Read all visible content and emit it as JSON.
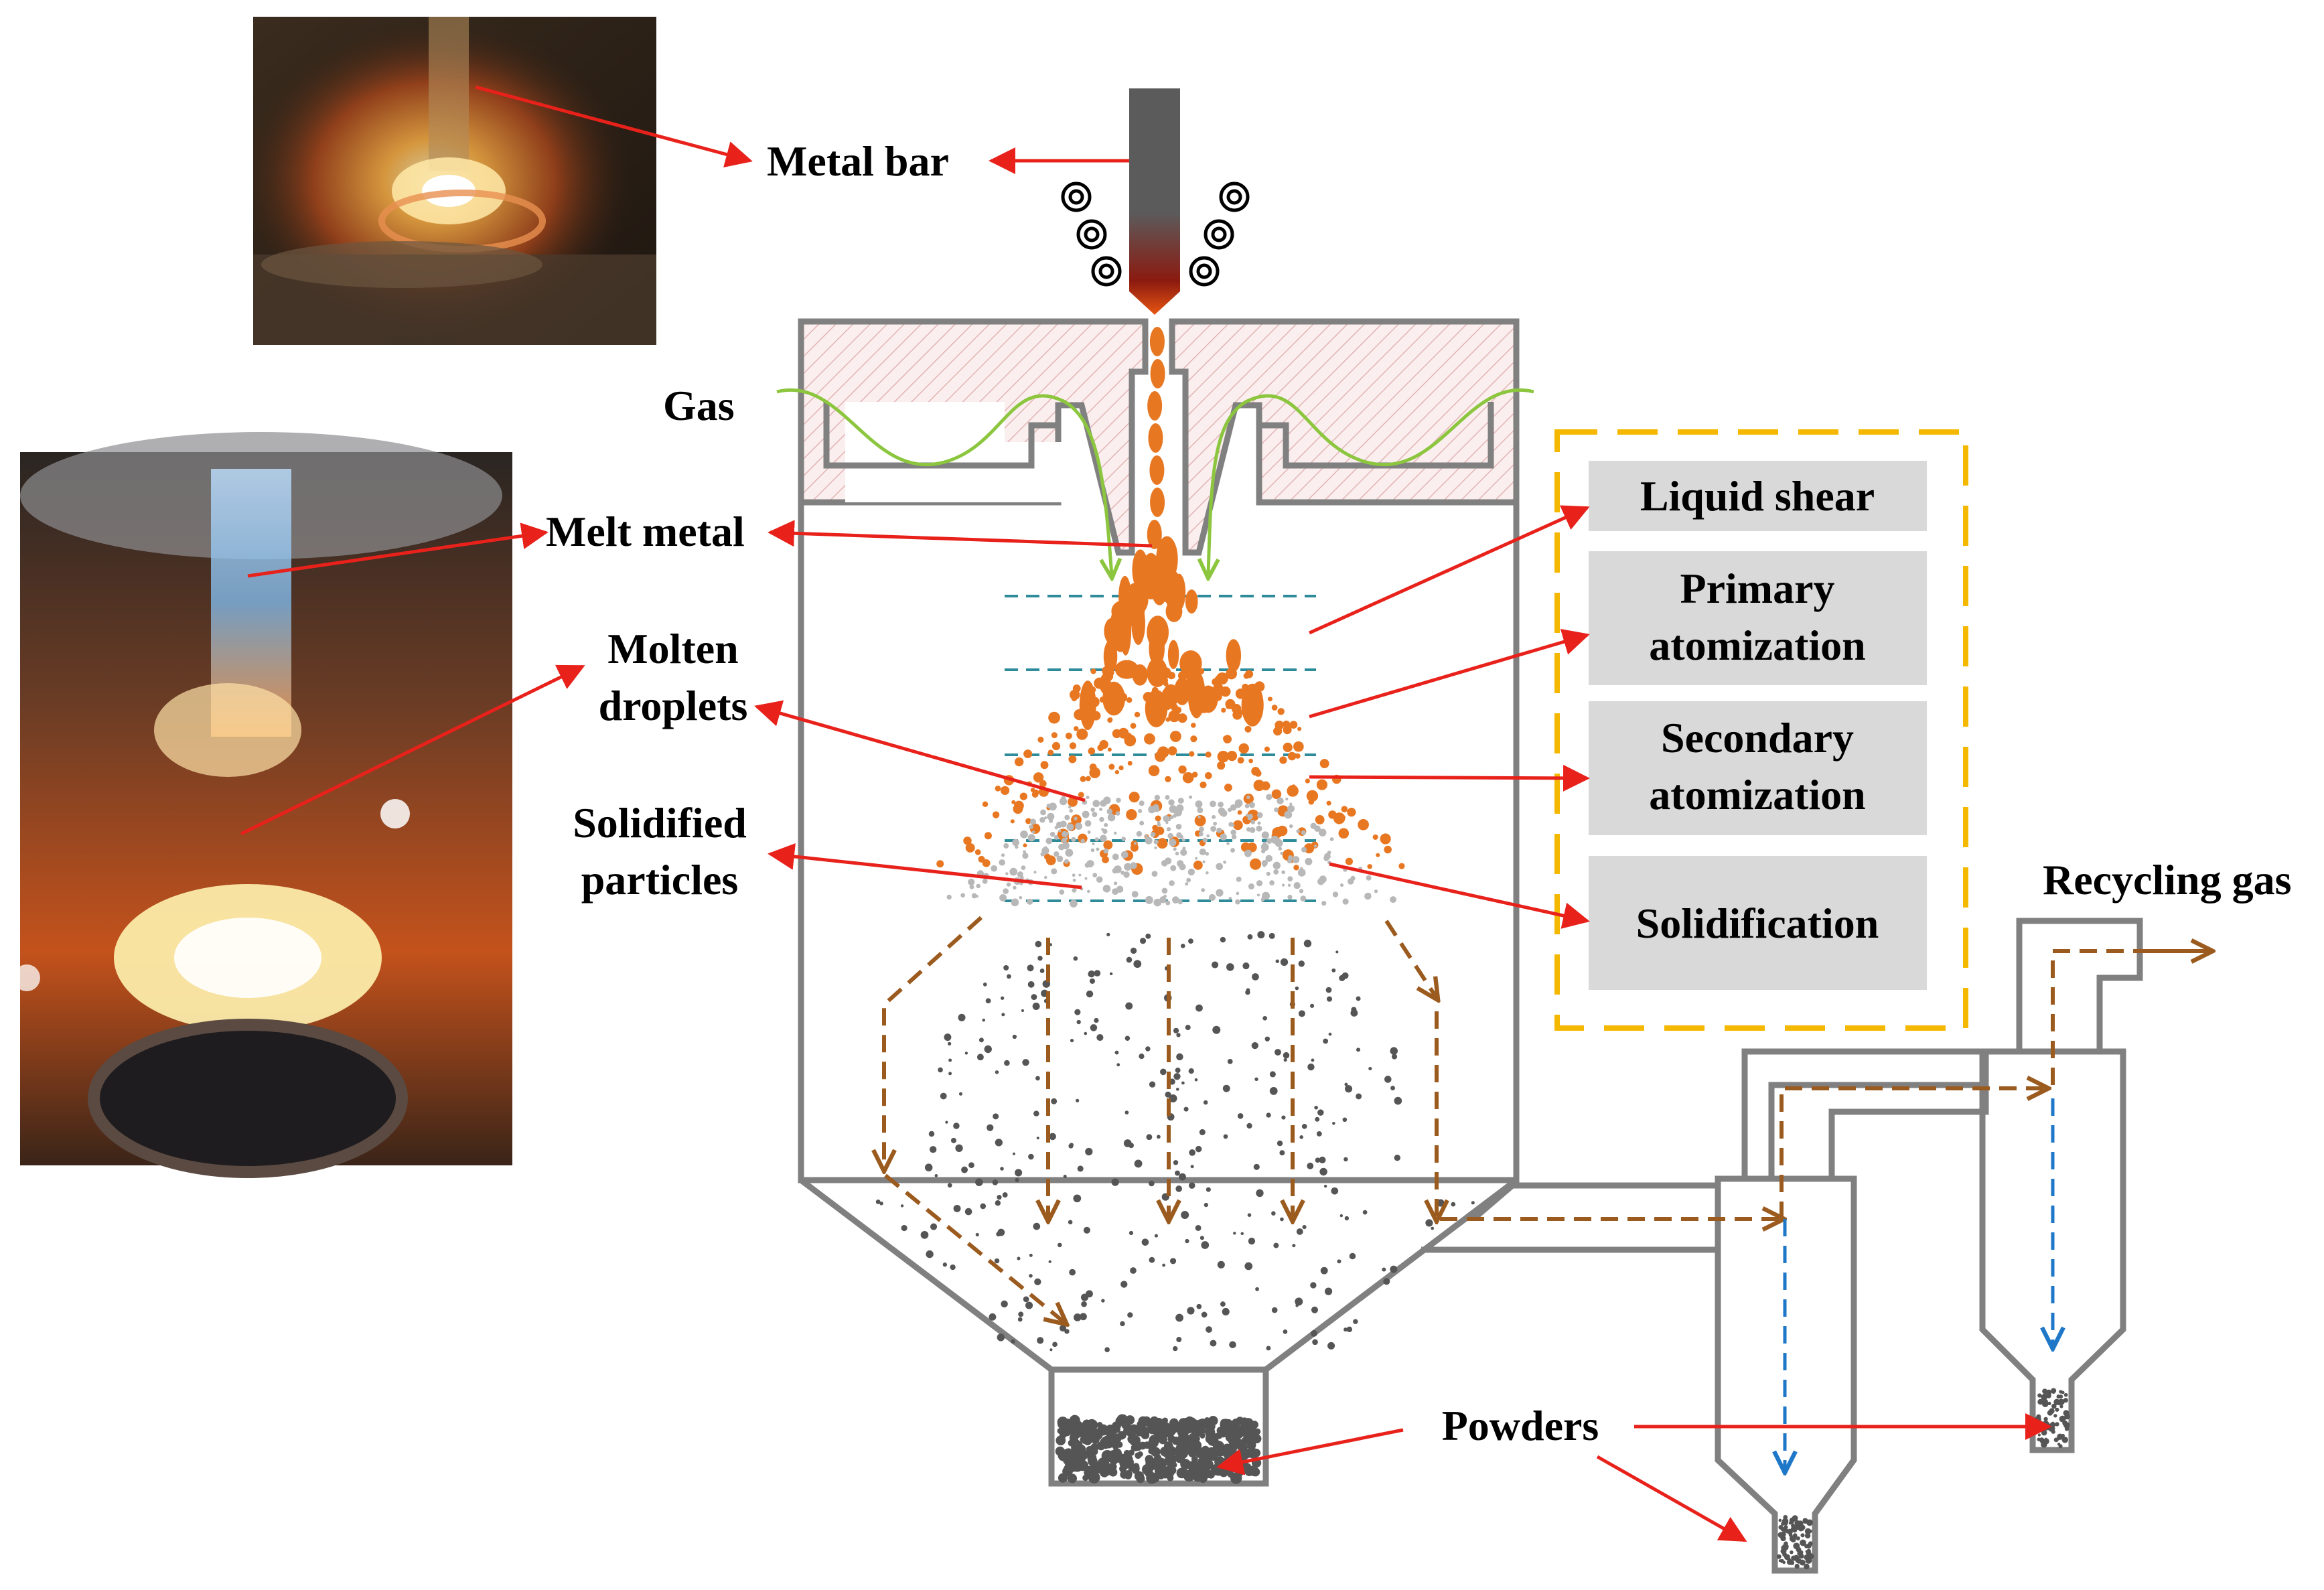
{
  "labels": {
    "metal_bar": "Metal bar",
    "gas": "Gas",
    "melt_metal": "Melt metal",
    "molten_1": "Molten",
    "molten_2": "droplets",
    "solid_1": "Solidified",
    "solid_2": "particles",
    "powders": "Powders",
    "recycling_gas": "Recycling gas"
  },
  "stages": [
    {
      "line1": "Liquid shear",
      "line2": ""
    },
    {
      "line1": "Primary",
      "line2": "atomization"
    },
    {
      "line1": "Secondary",
      "line2": "atomization"
    },
    {
      "line1": "Solidification",
      "line2": ""
    }
  ],
  "colors": {
    "vessel": "#808080",
    "arrow_red": "#e8211b",
    "flow_brown": "#9b5a1e",
    "flow_blue": "#1f77c8",
    "droplet": "#e87722",
    "gas_green": "#8cc63f",
    "stage_box": "#d9d9d9",
    "dashed_frame": "#f5b800",
    "level_line": "#2e8b9a"
  },
  "icons": [
    "coil-icon",
    "photo-nozzle",
    "photo-chamber"
  ]
}
